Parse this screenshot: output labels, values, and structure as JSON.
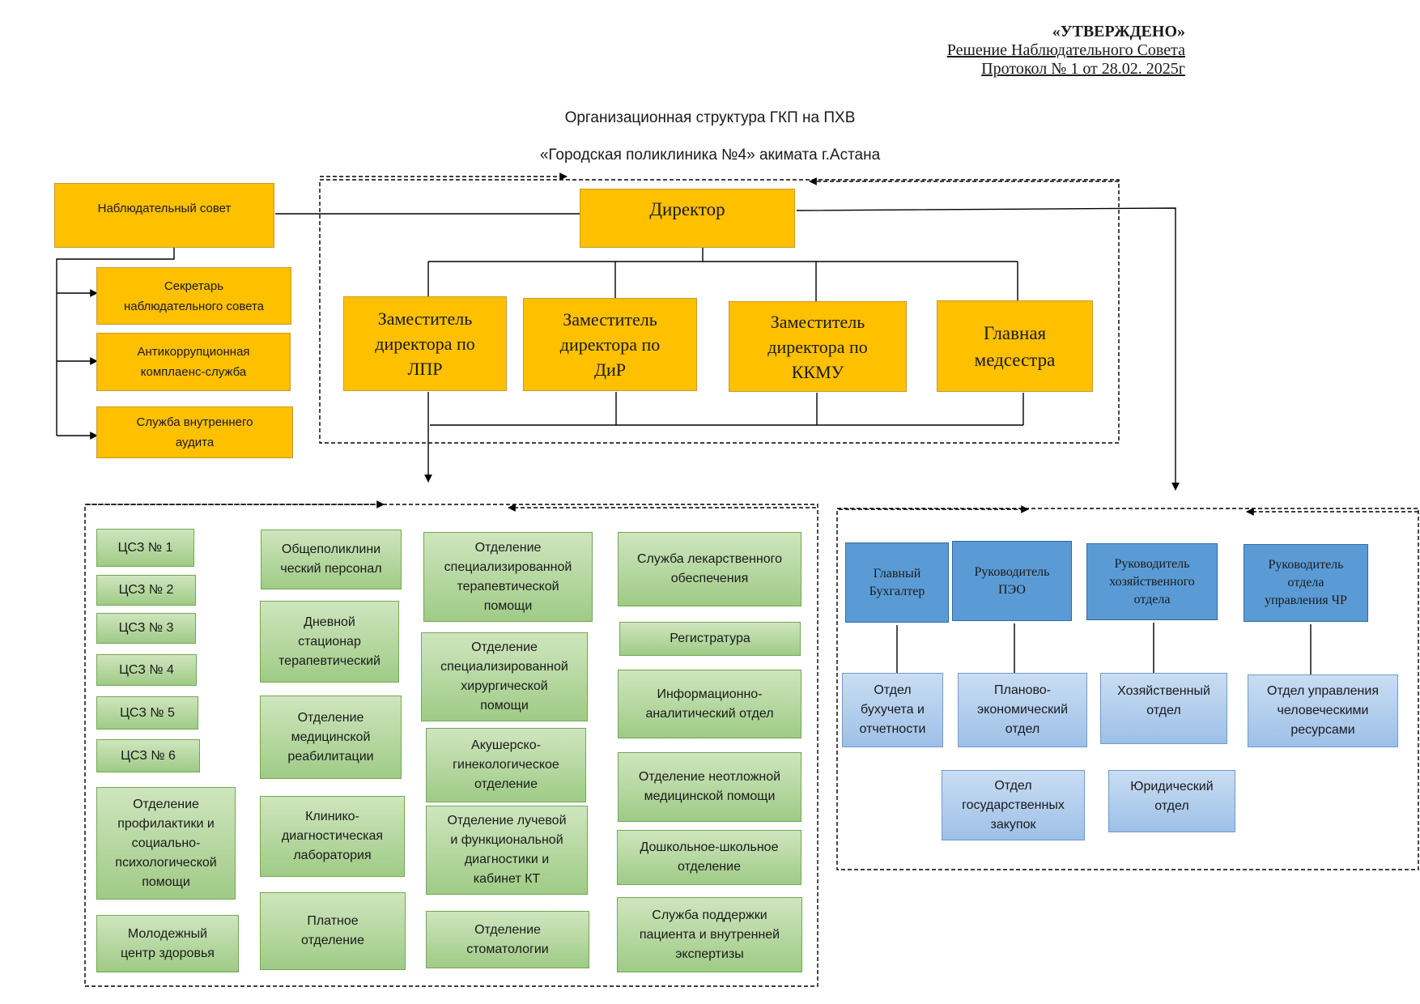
{
  "approval": {
    "heading": "«УТВЕРЖДЕНО»",
    "line1": "Решение Наблюдательного Совета",
    "line2": "Протокол № 1 от 28.02.  2025г"
  },
  "title": {
    "line1": "Организационная структура ГКП на ПХВ",
    "line2": "«Городская поликлиника №4» акимата г.Астана"
  },
  "top": {
    "supervisory_board": "Наблюдательный совет",
    "director": "Директор",
    "board_units": [
      "Секретарь\nнаблюдательного совета",
      "Антикоррупционная\nкомплаенс-служба",
      "Служба внутреннего\nаудита"
    ],
    "deputies": [
      "Заместитель\nдиректора по\nЛПР",
      "Заместитель\nдиректора по\nДиР",
      "Заместитель\nдиректора по\nККМУ",
      "Главная\nмедсестра"
    ]
  },
  "medical": {
    "col1": [
      "ЦСЗ № 1",
      "ЦСЗ № 2",
      "ЦСЗ № 3",
      "ЦСЗ № 4",
      "ЦСЗ № 5",
      "ЦСЗ № 6",
      "Отделение\nпрофилактики и\nсоциально-\nпсихологической\nпомощи",
      "Молодежный\nцентр здоровья"
    ],
    "col2": [
      "Общеполиклини\nческий персонал",
      "Дневной\nстационар\nтерапевтический",
      "Отделение\nмедицинской\nреабилитации",
      "Клинико-\nдиагностическая\nлаборатория",
      "Платное\nотделение"
    ],
    "col3": [
      "Отделение\nспециализированной\nтерапевтической\nпомощи",
      "Отделение\nспециализированной\nхирургической\nпомощи",
      "Акушерско-\nгинекологическое\nотделение",
      "Отделение лучевой\nи функциональной\nдиагностики и\nкабинет КТ",
      "Отделение\nстоматологии"
    ],
    "col4": [
      "Служба лекарственного\nобеспечения",
      "Регистратура",
      "Информационно-\nаналитический отдел",
      "Отделение неотложной\nмедицинской помощи",
      "Дошкольное-школьное\nотделение",
      "Служба поддержки\nпациента и внутренней\nэкспертизы"
    ]
  },
  "admin": {
    "heads": [
      "Главный\nБухгалтер",
      "Руководитель\nПЭО",
      "Руководитель\nхозяйственного\nотдела",
      "Руководитель\nотдела\nуправления ЧР"
    ],
    "units": [
      "Отдел\nбухучета и\nотчетности",
      "Планово-\nэкономический\nотдел",
      "Хозяйственный\nотдел",
      "Отдел управления\nчеловеческими\nресурсами",
      "Отдел\nгосударственных\nзакупок",
      "Юридический\nотдел"
    ]
  }
}
